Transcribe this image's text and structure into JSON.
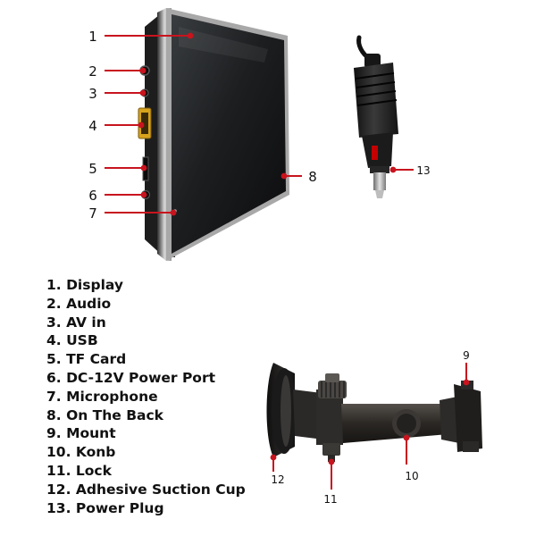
{
  "colors": {
    "callout_red": "#c8141e",
    "bezel_silver": "#c9c9c9",
    "device_black": "#1a1a1a"
  },
  "callouts": {
    "c1": "1",
    "c2": "2",
    "c3": "3",
    "c4": "4",
    "c5": "5",
    "c6": "6",
    "c7": "7",
    "c8": "8",
    "c9": "9",
    "c10": "10",
    "c11": "11",
    "c12": "12",
    "c13": "13"
  },
  "legend": [
    "1. Display",
    "2. Audio",
    "3. AV in",
    "4. USB",
    "5. TF Card",
    "6. DC-12V Power Port",
    "7. Microphone",
    "8. On The Back",
    "9. Mount",
    "10. Konb",
    "11. Lock",
    "12. Adhesive Suction Cup",
    "13. Power Plug"
  ]
}
